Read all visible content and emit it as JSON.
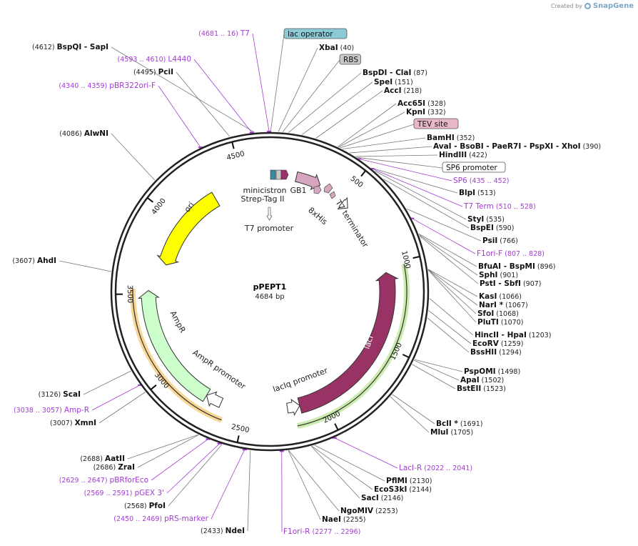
{
  "credit": {
    "prefix": "Created by",
    "brand": "SnapGene"
  },
  "plasmid": {
    "name": "pPEPT1",
    "length_label": "4684 bp",
    "length": 4684
  },
  "ticks": [
    {
      "bp": 500,
      "label": "500"
    },
    {
      "bp": 1000,
      "label": "1000"
    },
    {
      "bp": 1500,
      "label": "1500"
    },
    {
      "bp": 2000,
      "label": "2000"
    },
    {
      "bp": 2500,
      "label": "2500"
    },
    {
      "bp": 3000,
      "label": "3000"
    },
    {
      "bp": 3500,
      "label": "3500"
    },
    {
      "bp": 4000,
      "label": "4000"
    },
    {
      "bp": 4500,
      "label": "4500"
    }
  ],
  "features": [
    {
      "name": "ori",
      "start": 3700,
      "end": 4290,
      "color": "#ffff00",
      "strand": -1,
      "label": "ori"
    },
    {
      "name": "AmpR",
      "start": 2750,
      "end": 3520,
      "color": "#ccffcc",
      "strand": 1,
      "label": "AmpR"
    },
    {
      "name": "AmpR promoter",
      "start": 2650,
      "end": 2750,
      "color": "#ffffff",
      "strand": 1,
      "label": "AmpR promoter"
    },
    {
      "name": "lacI",
      "start": 1050,
      "end": 2150,
      "color": "#993366",
      "strand": -1,
      "label": "lacI"
    },
    {
      "name": "lacIq promoter",
      "start": 2150,
      "end": 2230,
      "color": "#ffffff",
      "strand": -1,
      "label": "lacIq promoter"
    },
    {
      "name": "GB1",
      "start": 170,
      "end": 330,
      "color": "#d5a6bd",
      "strand": 1,
      "label": "GB1"
    },
    {
      "name": "T7 terminator",
      "start": 510,
      "end": 560,
      "color": "#ffffff",
      "strand": 1,
      "label": "T7 terminator"
    }
  ],
  "small_feature_labels": [
    {
      "text": "minicistron",
      "key": "minicistron"
    },
    {
      "text": "Strep-Tag II",
      "key": "strep"
    },
    {
      "text": "8xHis",
      "key": "his"
    },
    {
      "text": "T7 promoter",
      "key": "t7p"
    }
  ],
  "outer_bands": [
    {
      "name": "Amp-R primer band",
      "start": 2610,
      "end": 3530,
      "color": "#f5c56a"
    },
    {
      "name": "LacI primer band",
      "start": 1020,
      "end": 2190,
      "color": "#b7e28b"
    }
  ],
  "left_labels": [
    {
      "pos": "(4612)",
      "name": "BspQI",
      "extra": "SapI",
      "bp": 4612,
      "kind": "site"
    },
    {
      "pos": "(4681 .. 16)",
      "name": "T7",
      "bp": 4681,
      "kind": "primer"
    },
    {
      "pos": "(4593 .. 4610)",
      "name": "L4440",
      "bp": 4600,
      "kind": "primer"
    },
    {
      "pos": "(4495)",
      "name": "PciI",
      "bp": 4495,
      "kind": "site"
    },
    {
      "pos": "(4340 .. 4359)",
      "name": "pBR322ori-F",
      "bp": 4350,
      "kind": "primer"
    },
    {
      "pos": "(4086)",
      "name": "AlwNI",
      "bp": 4086,
      "kind": "site"
    },
    {
      "pos": "(3607)",
      "name": "AhdI",
      "bp": 3607,
      "kind": "site"
    },
    {
      "pos": "(3126)",
      "name": "ScaI",
      "bp": 3126,
      "kind": "site"
    },
    {
      "pos": "(3038 .. 3057)",
      "name": "Amp-R",
      "bp": 3048,
      "kind": "primer"
    },
    {
      "pos": "(3007)",
      "name": "XmnI",
      "bp": 3007,
      "kind": "site"
    },
    {
      "pos": "(2688)",
      "name": "AatII",
      "bp": 2688,
      "kind": "site"
    },
    {
      "pos": "(2686)",
      "name": "ZraI",
      "bp": 2686,
      "kind": "site"
    },
    {
      "pos": "(2629 .. 2647)",
      "name": "pBRforEco",
      "bp": 2638,
      "kind": "primer"
    },
    {
      "pos": "(2569 .. 2591)",
      "name": "pGEX 3'",
      "bp": 2580,
      "kind": "primer"
    },
    {
      "pos": "(2568)",
      "name": "PfoI",
      "bp": 2568,
      "kind": "site"
    },
    {
      "pos": "(2450 .. 2469)",
      "name": "pRS-marker",
      "bp": 2460,
      "kind": "primer"
    },
    {
      "pos": "(2433)",
      "name": "NdeI",
      "bp": 2433,
      "kind": "site"
    }
  ],
  "right_labels": [
    {
      "name": "lac operator",
      "boxed": true,
      "box_color": "#8ccbd6",
      "bp": 4,
      "kind": "feature"
    },
    {
      "name": "XbaI",
      "pos": "(40)",
      "bp": 40,
      "kind": "site"
    },
    {
      "name": "RBS",
      "boxed": true,
      "box_color": "#c8c8c8",
      "bp": 60,
      "kind": "feature"
    },
    {
      "name": "BspDI",
      "extra": "ClaI",
      "pos": "(87)",
      "bp": 87,
      "kind": "site"
    },
    {
      "name": "SpeI",
      "pos": "(151)",
      "bp": 151,
      "kind": "site"
    },
    {
      "name": "AccI",
      "pos": "(218)",
      "bp": 218,
      "kind": "site"
    },
    {
      "name": "Acc65I",
      "pos": "(328)",
      "bp": 328,
      "kind": "site"
    },
    {
      "name": "KpnI",
      "pos": "(332)",
      "bp": 332,
      "kind": "site"
    },
    {
      "name": "TEV site",
      "boxed": true,
      "box_color": "#e8b8c8",
      "bp": 340,
      "kind": "feature"
    },
    {
      "name": "BamHI",
      "pos": "(352)",
      "bp": 352,
      "kind": "site"
    },
    {
      "name": "AvaI",
      "extra": "BsoBI",
      "extra2": "PaeR7I",
      "extra3": "PspXI",
      "extra4": "XhoI",
      "pos": "(390)",
      "bp": 390,
      "kind": "site"
    },
    {
      "name": "HindIII",
      "pos": "(422)",
      "bp": 422,
      "kind": "site"
    },
    {
      "name": "SP6 promoter",
      "boxed": true,
      "box_color": "#ffffff",
      "bp": 430,
      "kind": "feature"
    },
    {
      "name": "SP6",
      "pos": "(435 .. 452)",
      "bp": 443,
      "kind": "primer"
    },
    {
      "name": "BlpI",
      "pos": "(513)",
      "bp": 513,
      "kind": "site"
    },
    {
      "name": "T7 Term",
      "pos": "(510 .. 528)",
      "bp": 519,
      "kind": "primer"
    },
    {
      "name": "StyI",
      "pos": "(535)",
      "bp": 535,
      "kind": "site"
    },
    {
      "name": "BspEI",
      "pos": "(590)",
      "bp": 590,
      "kind": "site"
    },
    {
      "name": "PsiI",
      "pos": "(766)",
      "bp": 766,
      "kind": "site"
    },
    {
      "name": "F1ori-F",
      "pos": "(807 .. 828)",
      "bp": 817,
      "kind": "primer"
    },
    {
      "name": "BfuAI",
      "extra": "BspMI",
      "pos": "(896)",
      "bp": 896,
      "kind": "site"
    },
    {
      "name": "SphI",
      "pos": "(901)",
      "bp": 901,
      "kind": "site"
    },
    {
      "name": "PstI",
      "extra": "SbfI",
      "pos": "(907)",
      "bp": 907,
      "kind": "site"
    },
    {
      "name": "KasI",
      "pos": "(1066)",
      "bp": 1066,
      "kind": "site"
    },
    {
      "name": "NarI *",
      "pos": "(1067)",
      "bp": 1067,
      "kind": "site"
    },
    {
      "name": "SfoI",
      "pos": "(1068)",
      "bp": 1068,
      "kind": "site"
    },
    {
      "name": "PluTI",
      "pos": "(1070)",
      "bp": 1070,
      "kind": "site"
    },
    {
      "name": "HincII",
      "extra": "HpaI",
      "pos": "(1203)",
      "bp": 1203,
      "kind": "site"
    },
    {
      "name": "EcoRV",
      "pos": "(1259)",
      "bp": 1259,
      "kind": "site"
    },
    {
      "name": "BssHII",
      "pos": "(1294)",
      "bp": 1294,
      "kind": "site"
    },
    {
      "name": "PspOMI",
      "pos": "(1498)",
      "bp": 1498,
      "kind": "site"
    },
    {
      "name": "ApaI",
      "pos": "(1502)",
      "bp": 1502,
      "kind": "site"
    },
    {
      "name": "BstEII",
      "pos": "(1523)",
      "bp": 1523,
      "kind": "site"
    },
    {
      "name": "BclI *",
      "pos": "(1691)",
      "bp": 1691,
      "kind": "site"
    },
    {
      "name": "MluI",
      "pos": "(1705)",
      "bp": 1705,
      "kind": "site"
    },
    {
      "name": "LacI-R",
      "pos": "(2022 .. 2041)",
      "bp": 2031,
      "kind": "primer"
    },
    {
      "name": "PflMI",
      "pos": "(2130)",
      "bp": 2130,
      "kind": "site"
    },
    {
      "name": "EcoS3kI",
      "pos": "(2144)",
      "bp": 2144,
      "kind": "site"
    },
    {
      "name": "SacI",
      "pos": "(2146)",
      "bp": 2146,
      "kind": "site"
    },
    {
      "name": "NgoMIV",
      "pos": "(2253)",
      "bp": 2253,
      "kind": "site"
    },
    {
      "name": "NaeI",
      "pos": "(2255)",
      "bp": 2255,
      "kind": "site"
    },
    {
      "name": "F1ori-R",
      "pos": "(2277 .. 2296)",
      "bp": 2286,
      "kind": "primer"
    }
  ]
}
